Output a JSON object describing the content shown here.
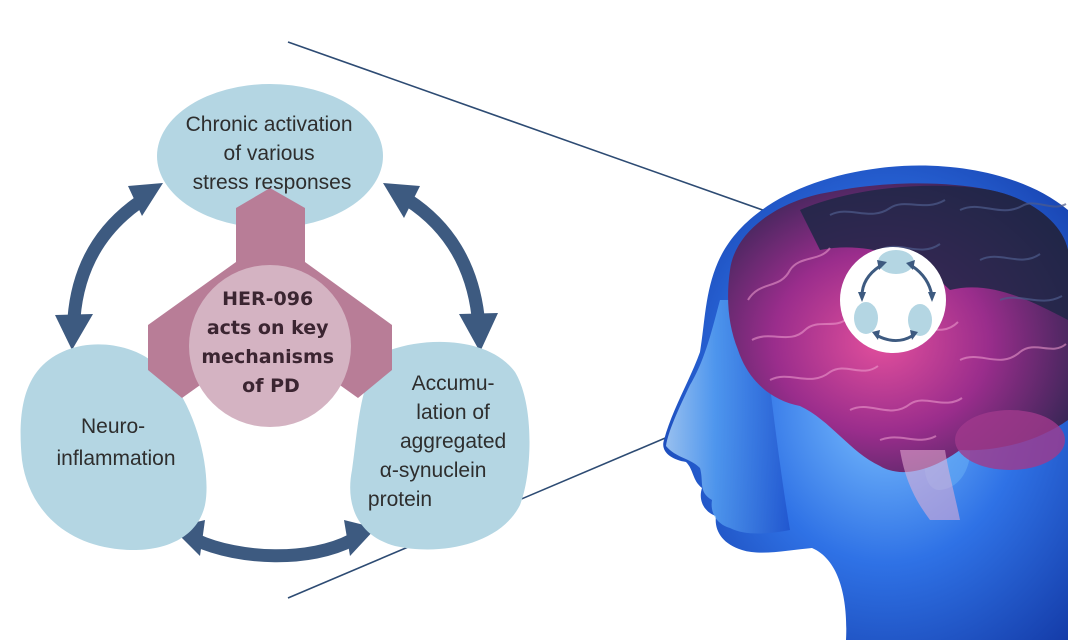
{
  "diagram": {
    "center": {
      "lines": [
        "HER-096",
        "acts on key",
        "mechanisms",
        "of PD"
      ]
    },
    "nodes": [
      {
        "id": "stress",
        "lines": [
          "Chronic activation",
          "of various",
          "stress responses"
        ]
      },
      {
        "id": "neuroinflammation",
        "lines": [
          "Neuro-",
          "inflammation"
        ]
      },
      {
        "id": "synuclein",
        "lines": [
          "Accumu-",
          "lation of",
          "aggregated",
          "α-synuclein",
          "protein"
        ]
      }
    ]
  },
  "colors": {
    "node_fill": "#b4d6e3",
    "arrow": "#3d5a80",
    "center_circle": "#d4b3c2",
    "center_triangle": "#b87d97",
    "brain_pink": "#d13d8c",
    "brain_dark": "#232a4a",
    "head_blue": "#1e5ad8",
    "zoom_line": "#2d4b73"
  },
  "icons": {
    "cycle_inset": "cycle-arrows-icon"
  }
}
